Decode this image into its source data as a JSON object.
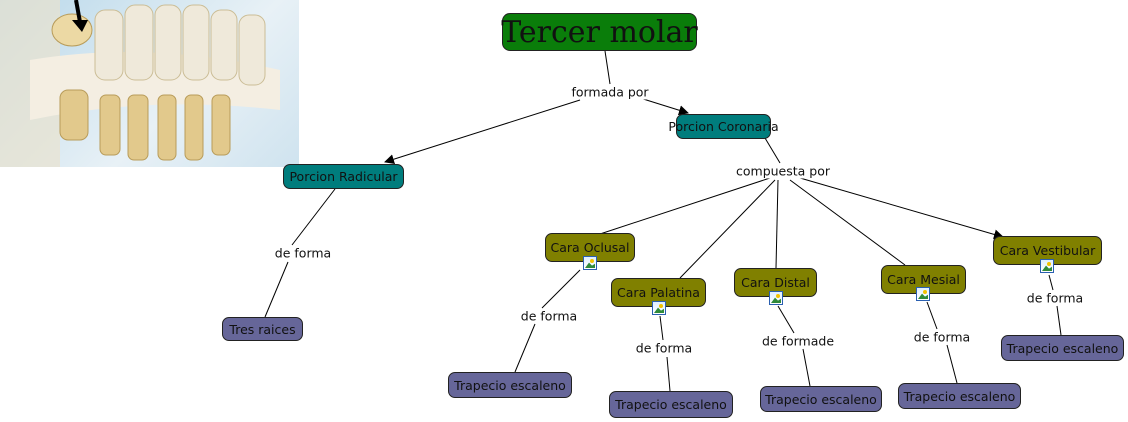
{
  "root": {
    "label": "Tercer molar"
  },
  "links": {
    "formada_por": "formada por",
    "compuesta_por": "compuesta por",
    "de_forma_radicular": "de forma",
    "de_forma_oclusal": "de forma",
    "de_forma_palatina": "de forma",
    "de_formade_distal": "de formade",
    "de_forma_mesial": "de forma",
    "de_forma_vestibular": "de forma"
  },
  "concepts": {
    "porcion_coronaria": "Porcion Coronaria",
    "porcion_radicular": "Porcion Radicular",
    "tres_raices": "Tres raices",
    "cara_oclusal": "Cara Oclusal",
    "cara_palatina": "Cara Palatina",
    "cara_distal": "Cara Distal",
    "cara_mesial": "Cara Mesial",
    "cara_vestibular": "Cara Vestibular",
    "trapecio_oclusal": "Trapecio escaleno",
    "trapecio_palatina": "Trapecio escaleno",
    "trapecio_distal": "Trapecio escaleno",
    "trapecio_mesial": "Trapecio escaleno",
    "trapecio_vestibular": "Trapecio escaleno"
  },
  "colors": {
    "root": "#0a7d0a",
    "level1": "#007d7d",
    "level2": "#808000",
    "leaf": "#666699"
  }
}
